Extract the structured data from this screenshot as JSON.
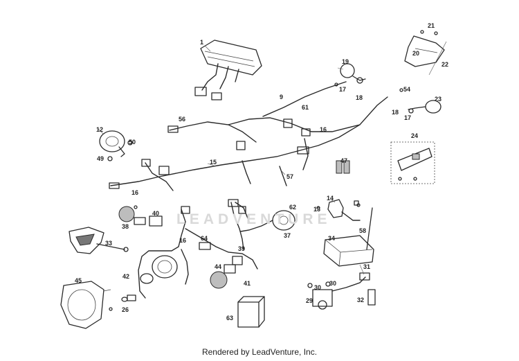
{
  "footer": "Rendered by LeadVenture, Inc.",
  "watermark_text": "LEADVENTURE",
  "callouts": {
    "c1": "1",
    "c9": "9",
    "c12": "12",
    "c13": "13",
    "c14": "14",
    "c15": "15",
    "c16": "16",
    "c16b": "16",
    "c16c": "16",
    "c17": "17",
    "c17b": "17",
    "c18": "18",
    "c18b": "18",
    "c19": "19",
    "c20": "20",
    "c21": "21",
    "c22": "22",
    "c23": "23",
    "c24": "24",
    "c26": "26",
    "c29": "29",
    "c30": "30",
    "c30b": "30",
    "c31": "31",
    "c32": "32",
    "c33": "33",
    "c34": "34",
    "c37": "37",
    "c38": "38",
    "c39": "39",
    "c40": "40",
    "c41": "41",
    "c42": "42",
    "c44": "44",
    "c45": "45",
    "c47": "47",
    "c49": "49",
    "c50": "50",
    "c54": "54",
    "c56": "56",
    "c57": "57",
    "c58": "58",
    "c61": "61",
    "c62": "62",
    "c63": "63",
    "c64": "64"
  }
}
